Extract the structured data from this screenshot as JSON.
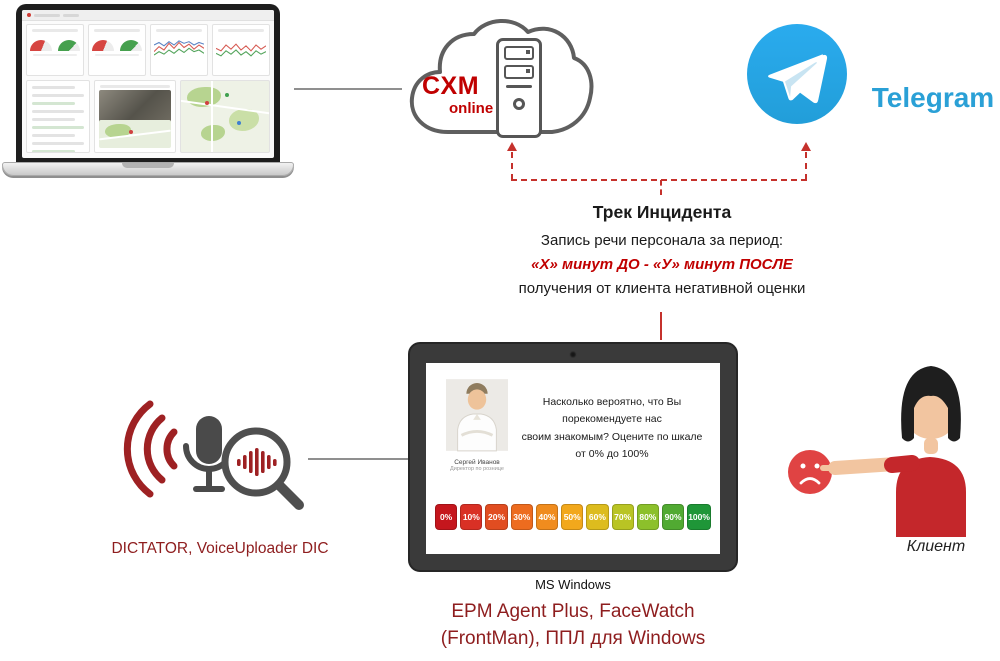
{
  "diagram": {
    "colors": {
      "accent_red": "#c00000",
      "maroon": "#8e1d1e",
      "telegram_blue": "#2aa0d6",
      "connector_red": "#c5312c"
    },
    "cloud": {
      "title": "CXM",
      "subtitle": "online"
    },
    "telegram": {
      "label": "Telegram"
    },
    "incident": {
      "title": "Трек Инцидента",
      "line1": "Запись речи персонала  за период:",
      "line2": "«Х» минут ДО  - «У» минут ПОСЛЕ",
      "line3": "получения от клиента негативной оценки"
    },
    "voice": {
      "label": "DICTATOR, VoiceUploader DIC"
    },
    "tablet": {
      "question_line1": "Насколько вероятно, что Вы порекомендуете нас",
      "question_line2": "своим знакомым? Оцените по шкале от 0% до 100%",
      "photo_name": "Сергей Иванов",
      "photo_role": "Директор по рознице",
      "os_label": "MS Windows",
      "software_line1": "EPM Agent Plus, FaceWatch",
      "software_line2": "(FrontMan), ППЛ для Windows",
      "nps": {
        "labels": [
          "0%",
          "10%",
          "20%",
          "30%",
          "40%",
          "50%",
          "60%",
          "70%",
          "80%",
          "90%",
          "100%"
        ],
        "colors": [
          "#c5161d",
          "#d93025",
          "#e14d21",
          "#ed6c1f",
          "#f08c1e",
          "#f2a81c",
          "#ddbc1e",
          "#b9c424",
          "#8cc02b",
          "#51aa32",
          "#1f9638"
        ]
      }
    },
    "client": {
      "label": "Клиент"
    }
  }
}
